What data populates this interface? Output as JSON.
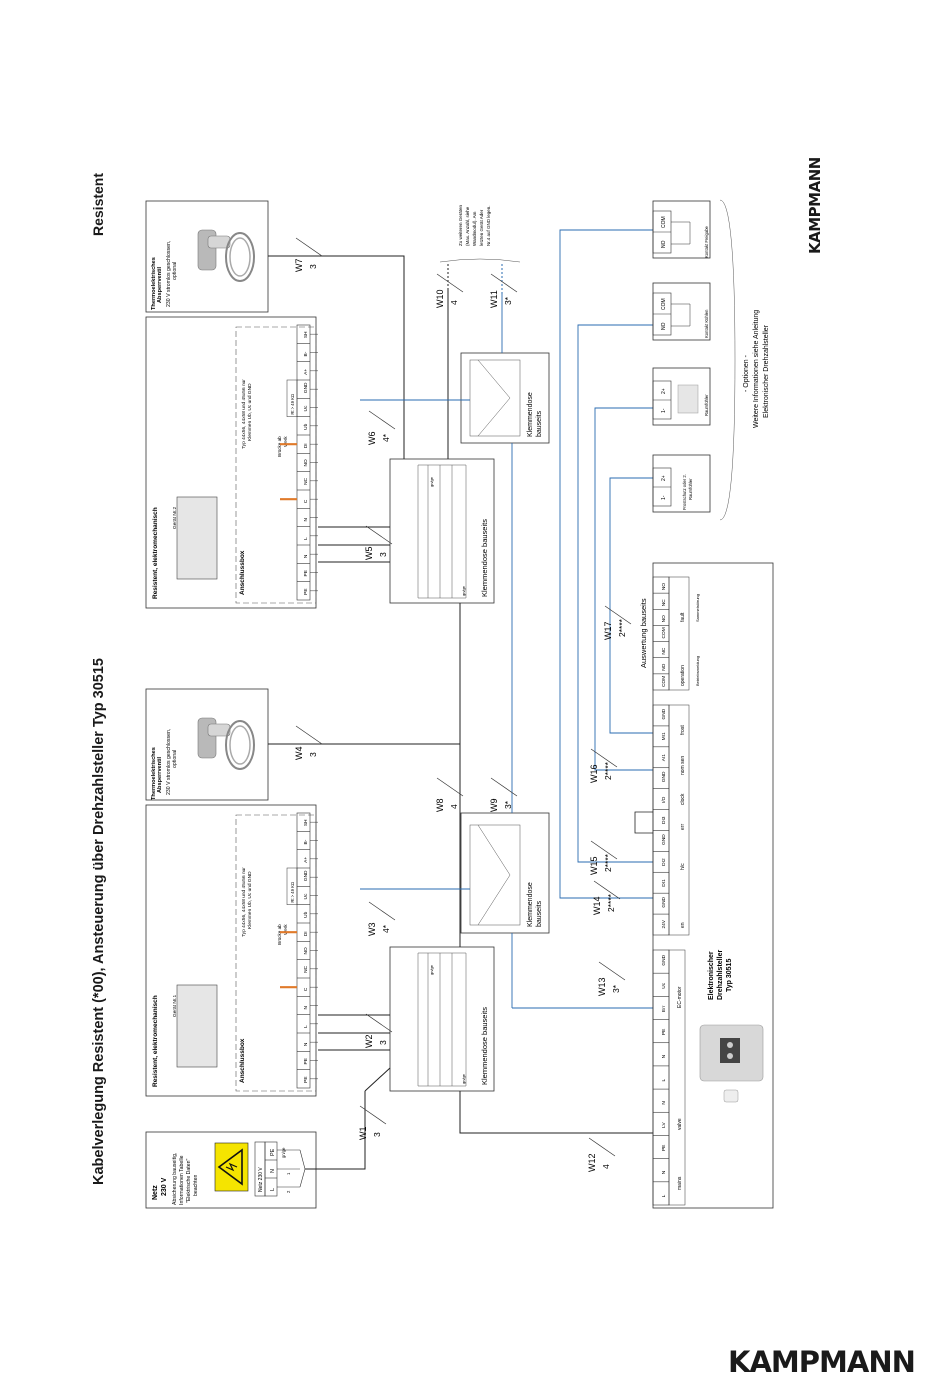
{
  "title": "Kabelverlegung Resistent (*00), Ansteuerung über Drehzahlsteller Typ 30515",
  "subtitle": "Resistent",
  "brand": "KAMPMANN",
  "net": {
    "title": "Netz",
    "voltage": "230 V",
    "note": [
      "Absicherung bauseitig,",
      "Informationen Tabelle",
      "\"Elektrische Daten\"",
      "beachten"
    ],
    "terminal_label": "Netz 230 V",
    "terminals": [
      "L",
      "N",
      "PE"
    ],
    "wire_colors": [
      "gn/ge",
      "1",
      "2"
    ]
  },
  "device1": {
    "title": "Resistent, elektromechanisch",
    "geraet": "Gerät Nr.1",
    "anschlussbox": "Anschlussbox",
    "typ_note": [
      "Typ 44x56, 44x58 und 45x56 nur",
      "Klemmen Ub, Uc und GND"
    ],
    "bruecke": [
      "Brücke ab",
      "Werk"
    ],
    "terminals": [
      "PE",
      "PE",
      "N",
      "L",
      "N",
      "C",
      "NC",
      "NO",
      "DI",
      "Ub",
      "Uc",
      "GND",
      "A+",
      "B-",
      "SH"
    ],
    "rt": "Rt > 49 KΩ"
  },
  "device2": {
    "title": "Resistent, elektromechanisch",
    "geraet": "Gerät Nr.2",
    "anschlussbox": "Anschlussbox",
    "typ_note": [
      "Typ 44x56, 44x58 und 45x56 nur",
      "Klemmen Ub, Uc und GND"
    ],
    "bruecke": [
      "Brücke ab",
      "Werk"
    ],
    "terminals": [
      "PE",
      "PE",
      "N",
      "L",
      "N",
      "C",
      "NC",
      "NO",
      "DI",
      "Ub",
      "Uc",
      "GND",
      "A+",
      "B-",
      "SH"
    ],
    "rt": "Rt > 49 KΩ"
  },
  "valve1": {
    "title": [
      "Thermoelektrisches",
      "Absperrventil"
    ],
    "note": [
      "230 V stromlos geschlossen,",
      "optional"
    ]
  },
  "valve2": {
    "title": [
      "Thermoelektrisches",
      "Absperrventil"
    ],
    "note": [
      "230 V stromlos geschlossen,",
      "optional"
    ]
  },
  "junction_label": "Klemmendose bauseits",
  "junction_small_label": [
    "Klemmendose",
    "bauseits"
  ],
  "wire_color_labels": [
    "gn/ge",
    "gn/ge"
  ],
  "cables": [
    {
      "name": "W1",
      "count": "3"
    },
    {
      "name": "W2",
      "count": "3"
    },
    {
      "name": "W3",
      "count": "4*"
    },
    {
      "name": "W4",
      "count": "3"
    },
    {
      "name": "W5",
      "count": "3"
    },
    {
      "name": "W6",
      "count": "4*"
    },
    {
      "name": "W7",
      "count": "3"
    },
    {
      "name": "W8",
      "count": "4"
    },
    {
      "name": "W9",
      "count": "3*"
    },
    {
      "name": "W10",
      "count": "4"
    },
    {
      "name": "W11",
      "count": "3*"
    },
    {
      "name": "W12",
      "count": "4"
    },
    {
      "name": "W13",
      "count": "3*"
    },
    {
      "name": "W14",
      "count": "2****"
    },
    {
      "name": "W15",
      "count": "2****"
    },
    {
      "name": "W16",
      "count": "2****"
    },
    {
      "name": "W17",
      "count": "2****"
    }
  ],
  "w10_note": [
    "Zu weiteren Geräten",
    "(Max. Anzahl, siehe",
    "Wandmodul). Am",
    "letzten Gerät Ader",
    "Nr.4 auf GND legen."
  ],
  "controller": {
    "title": [
      "Elektronischer",
      "Drehzahlsteller",
      "Typ 30515"
    ],
    "ec_motor": "EC-motor",
    "terminals_bottom": [
      "L",
      "N",
      "PE",
      "LV",
      "N",
      "L",
      "N",
      "PE",
      "Err",
      "Uc",
      "GND"
    ],
    "groups_bottom": [
      "mains",
      "valve"
    ],
    "terminals_top": [
      "24V",
      "GND",
      "DI1",
      "DI2",
      "GND",
      "DI3",
      "I/O",
      "GND",
      "AI1",
      "MI1",
      "GND"
    ],
    "groups_top": [
      "en",
      "h/c",
      "err",
      "clock",
      "nom sen",
      "frost"
    ],
    "relay_terminals": [
      "COM",
      "NO",
      "NC",
      "COM",
      "NO",
      "NC",
      "NO"
    ],
    "relay_groups": [
      "operation",
      "fault"
    ],
    "relay_sub": [
      "Betriebsmeldung",
      "Sammelstörung"
    ],
    "auswertung": "Auswertung bauseits"
  },
  "options": {
    "frostschutz": {
      "label": [
        "Frostschutz oder 2.",
        "Raumfühler"
      ],
      "terminals": [
        "1-",
        "2+"
      ]
    },
    "raumfuehler": {
      "label": "Raumfühler",
      "terminals": [
        "1-",
        "2+"
      ]
    },
    "kontakt_kuehlen": {
      "label": "Kontakt Kühlen",
      "terminals": [
        "NO",
        "COM"
      ]
    },
    "kontakt_freigabe": {
      "label": "Kontakt Freigabe",
      "terminals": [
        "NO",
        "COM"
      ]
    },
    "note": [
      "- Optionen -",
      "Weitere Informationen siehe Anleitung",
      "Elektronischer Drehzahlsteller"
    ]
  }
}
